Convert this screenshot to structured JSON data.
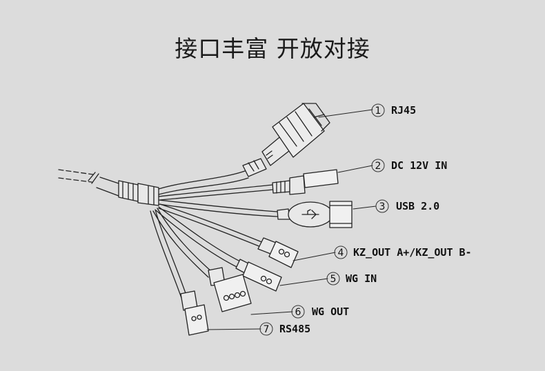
{
  "title": "接口丰富 开放对接",
  "ports": [
    {
      "num": "1",
      "label": "RJ45"
    },
    {
      "num": "2",
      "label": "DC 12V IN"
    },
    {
      "num": "3",
      "label": "USB 2.0"
    },
    {
      "num": "4",
      "label": "KZ_OUT A+/KZ_OUT B-"
    },
    {
      "num": "5",
      "label": "WG IN"
    },
    {
      "num": "6",
      "label": "WG OUT"
    },
    {
      "num": "7",
      "label": "RS485"
    }
  ]
}
